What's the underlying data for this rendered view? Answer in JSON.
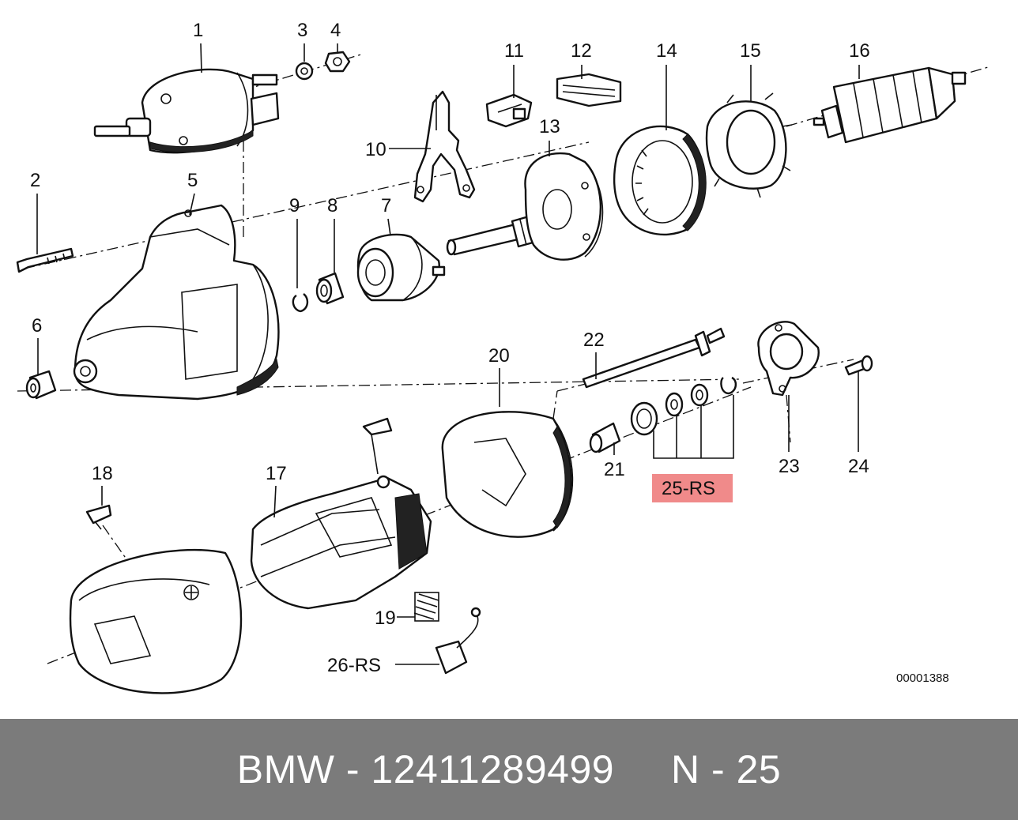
{
  "footer": {
    "text": "BMW - 12411289499     N - 25"
  },
  "diagram": {
    "ref_code": "00001388",
    "highlight_color": "#f08a8a",
    "labels": {
      "p1": "1",
      "p2": "2",
      "p3": "3",
      "p4": "4",
      "p5": "5",
      "p6": "6",
      "p7": "7",
      "p8": "8",
      "p9": "9",
      "p10": "10",
      "p11": "11",
      "p12": "12",
      "p13": "13",
      "p14": "14",
      "p15": "15",
      "p16": "16",
      "p17": "17",
      "p18": "18",
      "p19": "19",
      "p20": "20",
      "p21": "21",
      "p22": "22",
      "p23": "23",
      "p24": "24",
      "p25": "25-RS",
      "p26": "26-RS"
    }
  }
}
